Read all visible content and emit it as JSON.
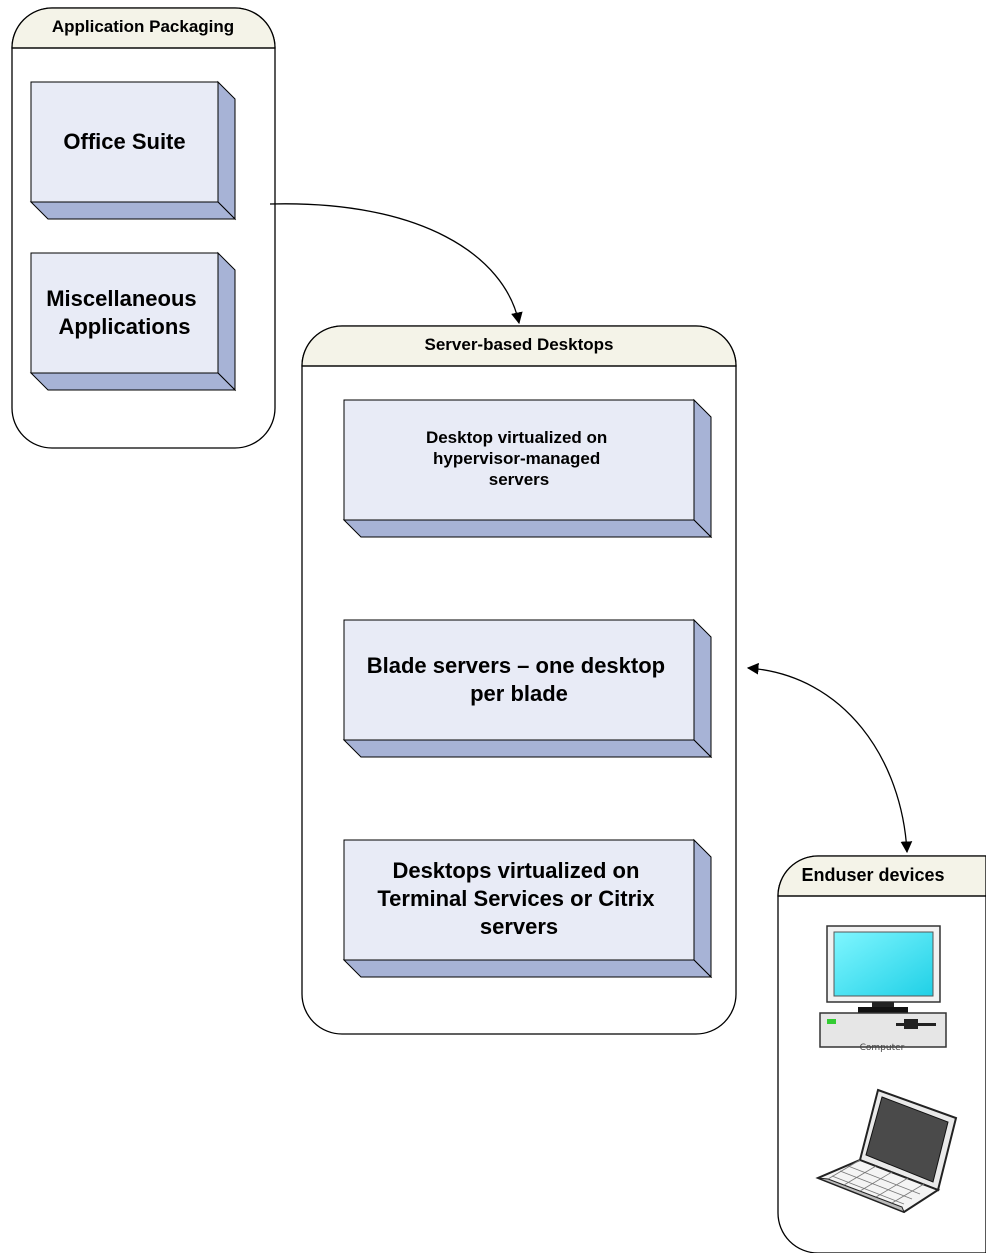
{
  "groups": {
    "app_packaging": {
      "title": "Application Packaging",
      "boxes": [
        {
          "lines": [
            "Office Suite"
          ]
        },
        {
          "lines": [
            "Miscellaneous",
            "Applications"
          ]
        }
      ]
    },
    "server_desktops": {
      "title": "Server-based Desktops",
      "boxes": [
        {
          "lines": [
            "Desktop virtualized on",
            "hypervisor-managed",
            "servers"
          ]
        },
        {
          "lines": [
            "Blade servers – one desktop",
            "per blade"
          ]
        },
        {
          "lines": [
            "Desktops virtualized on",
            "Terminal Services or Citrix",
            "servers"
          ]
        }
      ]
    },
    "enduser_devices": {
      "title": "Enduser devices",
      "devices": [
        {
          "icon": "desktop-computer-icon",
          "caption": "Computer"
        },
        {
          "icon": "laptop-icon",
          "caption": ""
        }
      ]
    }
  },
  "colors": {
    "box_face": "#e8ebf6",
    "box_side": "#a7b3d6",
    "header_fill": "#f4f3e8",
    "monitor_screen": "#29dfee"
  }
}
